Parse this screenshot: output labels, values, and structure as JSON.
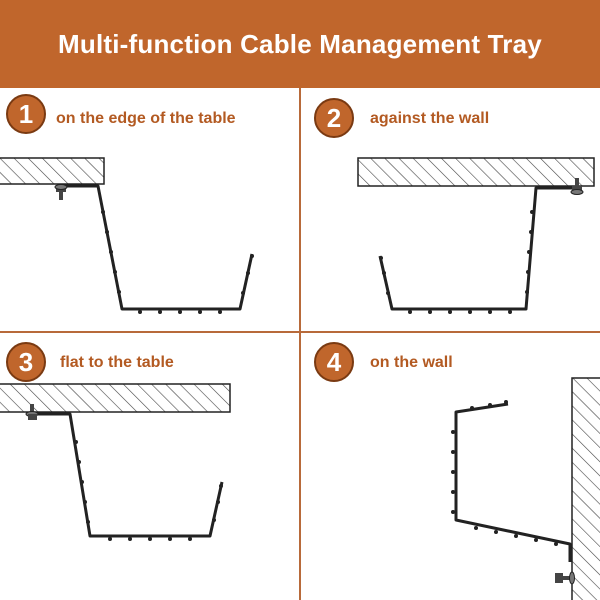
{
  "title": "Multi-function Cable Management Tray",
  "colors": {
    "accent": "#c0662c",
    "badge_border": "#7a3a12",
    "label_text": "#b35a22"
  },
  "steps": [
    {
      "number": "1",
      "label": "on the edge of the table"
    },
    {
      "number": "2",
      "label": "against the wall"
    },
    {
      "number": "3",
      "label": "flat to the table"
    },
    {
      "number": "4",
      "label": "on the wall"
    }
  ]
}
